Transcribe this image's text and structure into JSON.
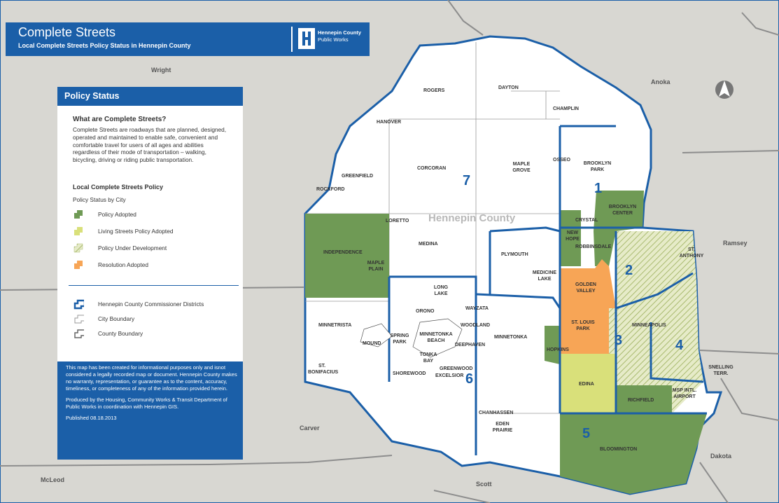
{
  "header": {
    "title": "Complete Streets",
    "subtitle": "Local Complete Streets Policy Status in Hennepin County",
    "logo_line1": "Hennepin County",
    "logo_line2": "Public Works"
  },
  "panel": {
    "title": "Policy Status",
    "question": "What are Complete Streets?",
    "definition": "Complete Streets are roadways that are planned, designed, operated and maintained to enable safe, convenient and comfortable travel for users of all ages and abilities regardless of their mode of transportation – walking, bicycling, driving or riding public transportation.",
    "policy_heading": "Local Complete Streets Policy",
    "status_heading": "Policy Status by City",
    "status_legend": [
      {
        "label": "Policy Adopted",
        "color": "#6f9a55"
      },
      {
        "label": "Living Streets Policy Adopted",
        "color": "#d9e07a"
      },
      {
        "label": "Policy Under Development",
        "color": "#c5d49a"
      },
      {
        "label": "Resolution Adopted",
        "color": "#f7a556"
      }
    ],
    "boundary_legend": [
      {
        "label": "Hennepin County Commissioner Districts"
      },
      {
        "label": "City Boundary"
      },
      {
        "label": "County Boundary"
      }
    ],
    "disclaimer": "This map has been created for informational purposes only and isnot considered a legally recorded map or document. Hennepin County makes no warranty, representation, or guarantee as to the content, accuracy, timeliness, or completeness of any of the information provided herein.",
    "produced_by": "Produced by the Housing, Community Works & Transit Department of Public Works in coordination with Hennepin GIS.",
    "published": "Published 08.18.2013"
  },
  "map": {
    "hennepin_label": "Hennepin County",
    "colors": {
      "background": "#d8d7d2",
      "county_fill": "#ffffff",
      "district_stroke": "#1b5fa8",
      "policy_adopted": "#6f9a55",
      "living_streets": "#d9e07a",
      "under_development": "#c5d49a",
      "resolution": "#f7a556"
    },
    "counties": {
      "wright": "Wright",
      "anoka": "Anoka",
      "ramsey": "Ramsey",
      "carver": "Carver",
      "dakota": "Dakota",
      "scott": "Scott",
      "mcleod": "McLeod"
    },
    "districts": {
      "d1": "1",
      "d2": "2",
      "d3": "3",
      "d4": "4",
      "d5": "5",
      "d6": "6",
      "d7": "7"
    },
    "cities": {
      "rogers": "ROGERS",
      "dayton": "DAYTON",
      "champlin": "CHAMPLIN",
      "hanover": "HANOVER",
      "osseo": "OSSEO",
      "greenfield": "GREENFIELD",
      "corcoran": "CORCORAN",
      "maple_grove": "MAPLE GROVE",
      "brooklyn_park": "BROOKLYN PARK",
      "rockford": "ROCKFORD",
      "brooklyn_center": "BROOKLYN CENTER",
      "loretto": "LORETTO",
      "crystal": "CRYSTAL",
      "new_hope": "NEW HOPE",
      "independence": "INDEPENDENCE",
      "medina": "MEDINA",
      "robbinsdale": "ROBBINSDALE",
      "st_anthony": "ST. ANTHONY",
      "plymouth": "PLYMOUTH",
      "maple_plain": "MAPLE PLAIN",
      "medicine_lake": "MEDICINE LAKE",
      "golden_valley": "GOLDEN VALLEY",
      "long_lake": "LONG LAKE",
      "orono": "ORONO",
      "wayzata": "WAYZATA",
      "minneapolis": "MINNEAPOLIS",
      "minnetrista": "MINNETRISTA",
      "woodland": "WOODLAND",
      "st_louis_park": "ST. LOUIS PARK",
      "spring_park": "SPRING PARK",
      "minnetonka_beach": "MINNETONKA BEACH",
      "minnetonka": "MINNETONKA",
      "mound": "MOUND",
      "deephaven": "DEEPHAVEN",
      "hopkins": "HOPKINS",
      "tonka_bay": "TONKA BAY",
      "greenwood": "GREENWOOD",
      "st_bonifacius": "ST. BONIFACIUS",
      "shorewood": "SHOREWOOD",
      "excelsior": "EXCELSIOR",
      "snelling_terr": "SNELLING TERR.",
      "edina": "EDINA",
      "msp_airport": "MSP INTL. AIRPORT",
      "richfield": "RICHFIELD",
      "chanhassen": "CHANHASSEN",
      "eden_prairie": "EDEN PRAIRIE",
      "bloomington": "BLOOMINGTON"
    }
  }
}
